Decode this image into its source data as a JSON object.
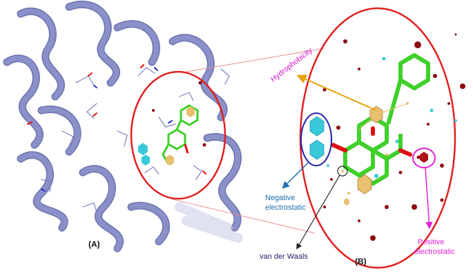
{
  "panels": {
    "a": "(A)",
    "b": "(B)"
  },
  "labels": {
    "hydrophobicity": "Hydrophobicity",
    "negative_line1": "Negative",
    "negative_line2": "electrostatic",
    "positive_line1": "Positive",
    "positive_line2": "electrostatic",
    "vdw": "van der Waals"
  },
  "colors": {
    "protein": "#8a90c8",
    "protein_dark": "#5e64a6",
    "ligand": "#3fd02a",
    "ligand_oxygen": "#e01010",
    "hydrophobic_polyhedron": "#e8c070",
    "cyan_polyhedron": "#39c9da",
    "red_contour": "#8b0a10",
    "zoom_ellipse": "#e02020",
    "hydrophobicity_arrow": "#e8a20c",
    "hydrophobicity_text": "#d316c8",
    "negative_circle": "#2222aa",
    "negative_text": "#1f6fb0",
    "positive_circle": "#e020d0",
    "positive_text": "#e020d0",
    "vdw_text": "#222266"
  }
}
